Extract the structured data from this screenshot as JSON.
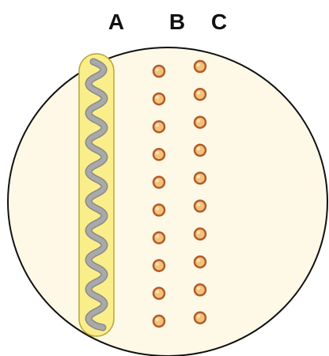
{
  "labels": {
    "a": "A",
    "b": "B",
    "c": "C"
  },
  "colors": {
    "plate_fill": "#FDF9E6",
    "plate_stroke": "#111111",
    "highlight_fill": "#FAEE8A",
    "highlight_stroke": "#B8A63A",
    "filament": "#A9A9A9",
    "filament_shade": "#8A8A8A",
    "colony_ring": "#B35A2A",
    "colony_fill": "#F3C27A"
  },
  "column_b_dot_count": 10,
  "column_c_dot_count": 10,
  "icons": {
    "filament": "wavy-filament-icon",
    "colony": "colony-dot-icon"
  }
}
